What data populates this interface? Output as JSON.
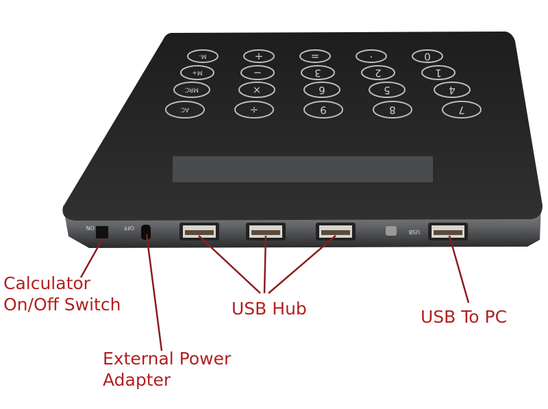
{
  "keypad": {
    "rows": [
      [
        "M-",
        "+",
        "=",
        "·",
        "0"
      ],
      [
        "M+",
        "−",
        "3",
        "2",
        "1"
      ],
      [
        "MRC",
        "×",
        "6",
        "5",
        "4"
      ],
      [
        "AC",
        "÷",
        "9",
        "8",
        "7"
      ]
    ]
  },
  "ports": {
    "switch_off": "OFF",
    "switch_on": "ON",
    "usb_to_pc_marking": "USB"
  },
  "callouts": {
    "switch": "Calculator\nOn/Off Switch",
    "power": "External Power\nAdapter",
    "hub": "USB Hub",
    "pc": "USB To PC"
  },
  "colors": {
    "callout_text": "#b3201f",
    "callout_line": "#8a1c1c",
    "device_body": "#262626"
  }
}
